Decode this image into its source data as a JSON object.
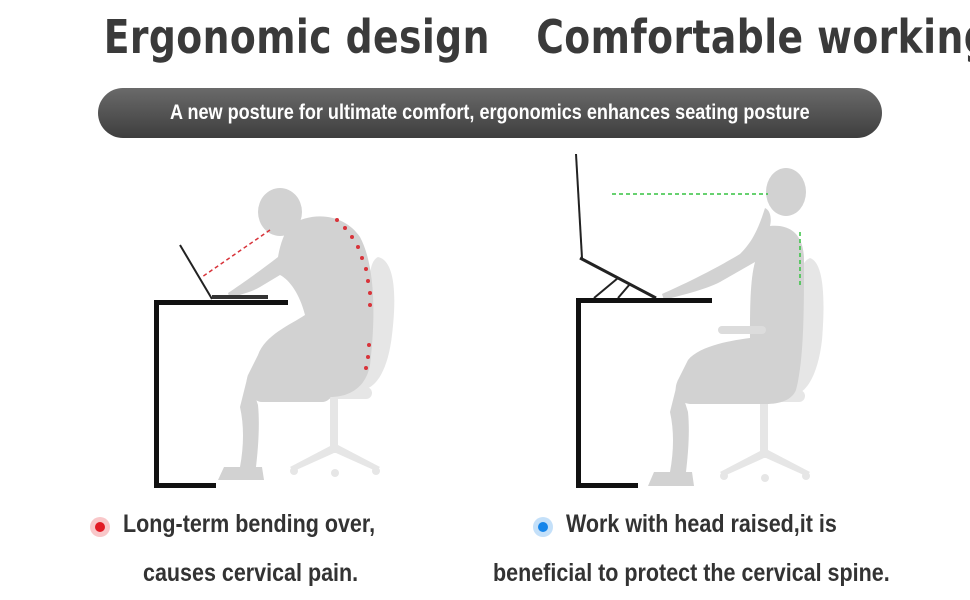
{
  "header": {
    "title_left": "Ergonomic design",
    "title_right": "Comfortable working"
  },
  "banner": {
    "text": "A new posture for ultimate comfort, ergonomics enhances seating posture"
  },
  "left_panel": {
    "caption_line1": "Long-term bending over,",
    "caption_line2": "causes cervical pain.",
    "dot_color": "#e21a24"
  },
  "right_panel": {
    "caption_line1": "Work with head raised,it is",
    "caption_line2": "beneficial to protect the cervical spine.",
    "dot_color": "#1585ea"
  }
}
